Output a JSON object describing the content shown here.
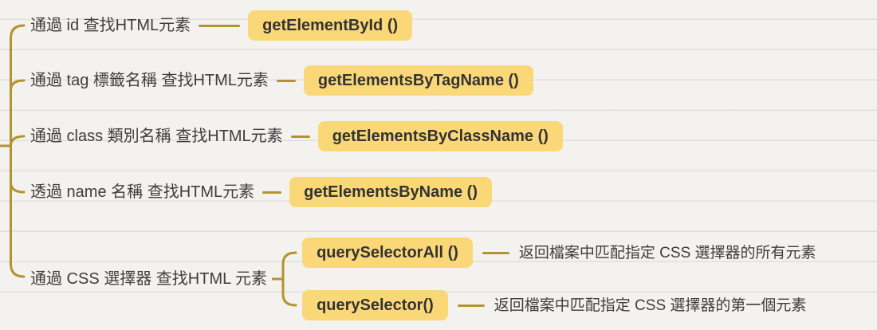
{
  "diagram": {
    "type": "mindmap",
    "colors": {
      "branch_line": "#b2942e",
      "node_background": "#fad878",
      "node_text": "#333333",
      "label_text": "#3e3e3e",
      "canvas_background": "#f4f2ef"
    },
    "branches": [
      {
        "label": "通過 id 查找HTML元素",
        "method": "getElementById ()"
      },
      {
        "label": "通過 tag 標籤名稱 查找HTML元素",
        "method": "getElementsByTagName ()"
      },
      {
        "label": "通過 class 類別名稱 查找HTML元素",
        "method": "getElementsByClassName ()"
      },
      {
        "label": "透過 name 名稱 查找HTML元素",
        "method": "getElementsByName ()"
      },
      {
        "label": "通過 CSS 選擇器 查找HTML 元素",
        "children": [
          {
            "method": "querySelectorAll ()",
            "description": "返回檔案中匹配指定 CSS 選擇器的所有元素"
          },
          {
            "method": "querySelector()",
            "description": "返回檔案中匹配指定 CSS 選擇器的第一個元素"
          }
        ]
      }
    ]
  }
}
